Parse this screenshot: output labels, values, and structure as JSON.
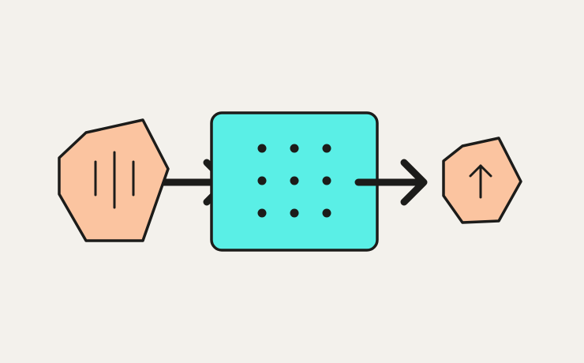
{
  "diagram": {
    "colors": {
      "background": "#f3f1ec",
      "input_fill": "#fbc4a0",
      "process_fill": "#5aefe6",
      "output_fill": "#fbc4a0",
      "stroke": "#1c1c1a"
    },
    "nodes": [
      {
        "id": "input",
        "shape": "hexagon",
        "icon": "vertical-bars-icon"
      },
      {
        "id": "process",
        "shape": "rounded-rectangle",
        "icon": "dot-grid-icon",
        "grid": "3x3"
      },
      {
        "id": "output",
        "shape": "hexagon",
        "icon": "arrow-up-icon"
      }
    ],
    "edges": [
      {
        "from": "input",
        "to": "process",
        "style": "arrow"
      },
      {
        "from": "process",
        "to": "output",
        "style": "arrow"
      }
    ]
  }
}
